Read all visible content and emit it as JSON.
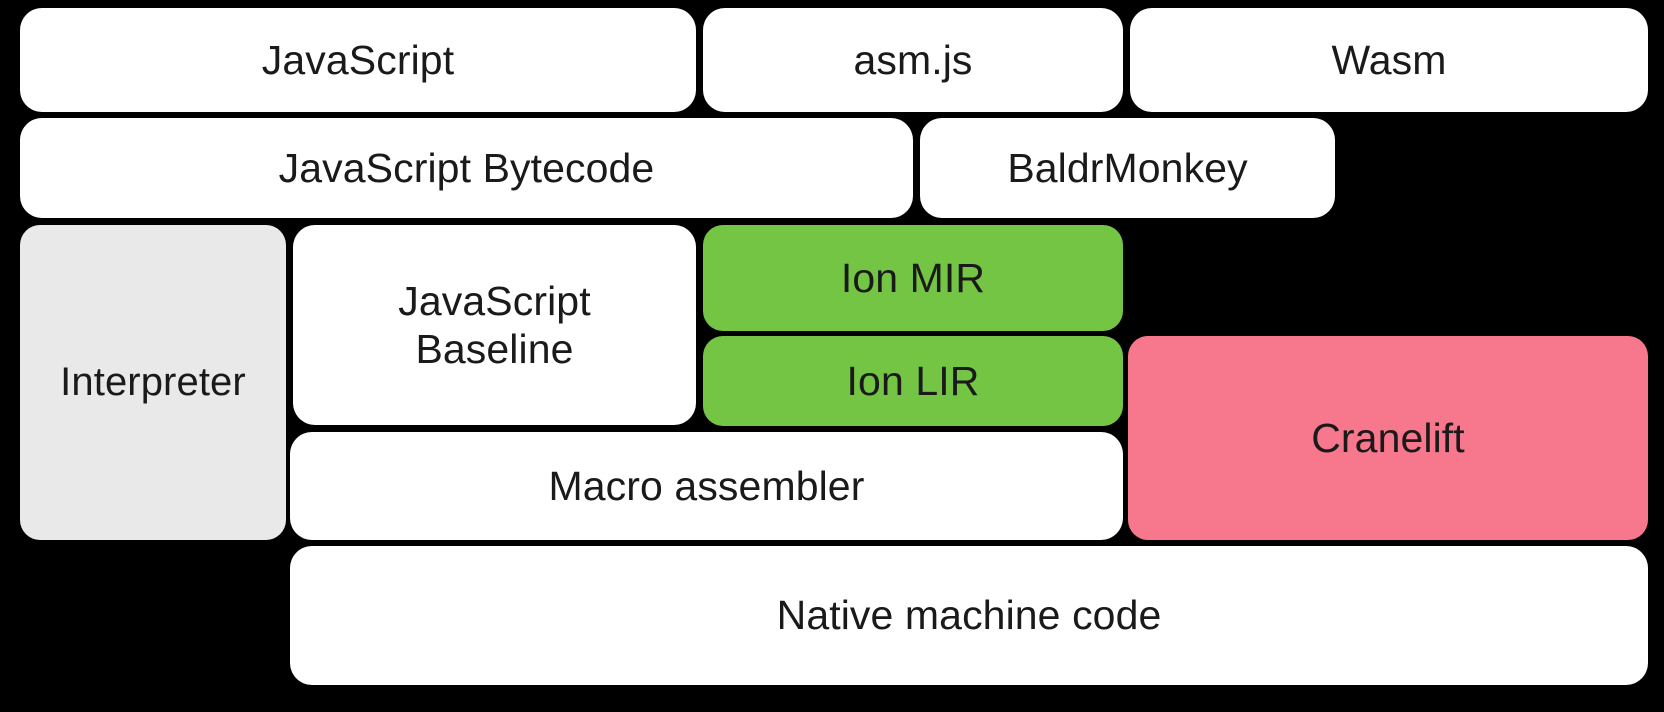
{
  "diagram": {
    "title": "SpiderMonkey compilation pipeline",
    "background_color": "#000000",
    "colors": {
      "default_box": "#ffffff",
      "interpreter_gray": "#e9e9e9",
      "ion_green": "#74c544",
      "cranelift_pink": "#f7778c",
      "text": "#1a1a1a"
    },
    "rows": [
      {
        "name": "source-languages",
        "boxes": [
          {
            "label": "JavaScript",
            "color": "#ffffff"
          },
          {
            "label": "asm.js",
            "color": "#ffffff"
          },
          {
            "label": "Wasm",
            "color": "#ffffff"
          }
        ]
      },
      {
        "name": "intermediate-representations",
        "boxes": [
          {
            "label": "JavaScript Bytecode",
            "color": "#ffffff"
          },
          {
            "label": "BaldrMonkey",
            "color": "#ffffff"
          }
        ]
      },
      {
        "name": "execution-tiers",
        "boxes": [
          {
            "label": "Interpreter",
            "color": "#e9e9e9"
          },
          {
            "label": "JavaScript\nBaseline",
            "color": "#ffffff"
          },
          {
            "label": "Ion MIR",
            "color": "#74c544"
          },
          {
            "label": "Ion LIR",
            "color": "#74c544"
          },
          {
            "label": "Cranelift",
            "color": "#f7778c"
          },
          {
            "label": "Macro assembler",
            "color": "#ffffff"
          }
        ]
      },
      {
        "name": "output",
        "boxes": [
          {
            "label": "Native machine code",
            "color": "#ffffff"
          }
        ]
      }
    ]
  },
  "boxes": {
    "javascript": "JavaScript",
    "asmjs": "asm.js",
    "wasm": "Wasm",
    "js_bytecode": "JavaScript Bytecode",
    "baldrmonkey": "BaldrMonkey",
    "interpreter": "Interpreter",
    "js_baseline": "JavaScript\nBaseline",
    "ion_mir": "Ion MIR",
    "ion_lir": "Ion LIR",
    "macro_assembler": "Macro assembler",
    "cranelift": "Cranelift",
    "native_code": "Native machine code"
  }
}
